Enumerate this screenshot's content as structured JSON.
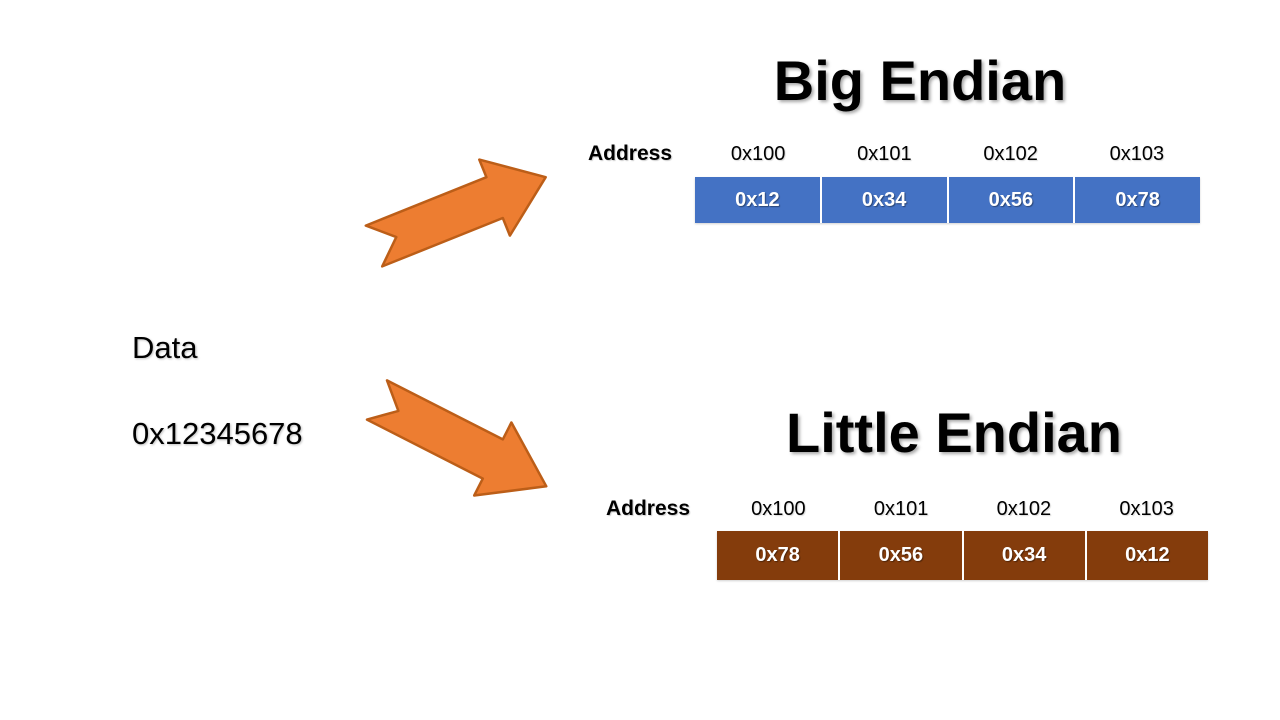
{
  "colors": {
    "big_endian_cell": "#4472C4",
    "little_endian_cell": "#843C0C",
    "arrow_fill": "#ED7D31",
    "arrow_stroke": "#BC5E18",
    "cell_text": "#FFFFFF",
    "text": "#000000",
    "background": "#FFFFFF"
  },
  "data_label": {
    "line1": "Data",
    "line2": "0x12345678"
  },
  "big_endian": {
    "title": "Big Endian",
    "address_label": "Address",
    "addresses": [
      "0x100",
      "0x101",
      "0x102",
      "0x103"
    ],
    "bytes": [
      "0x12",
      "0x34",
      "0x56",
      "0x78"
    ]
  },
  "little_endian": {
    "title": "Little Endian",
    "address_label": "Address",
    "addresses": [
      "0x100",
      "0x101",
      "0x102",
      "0x103"
    ],
    "bytes": [
      "0x78",
      "0x56",
      "0x34",
      "0x12"
    ]
  }
}
